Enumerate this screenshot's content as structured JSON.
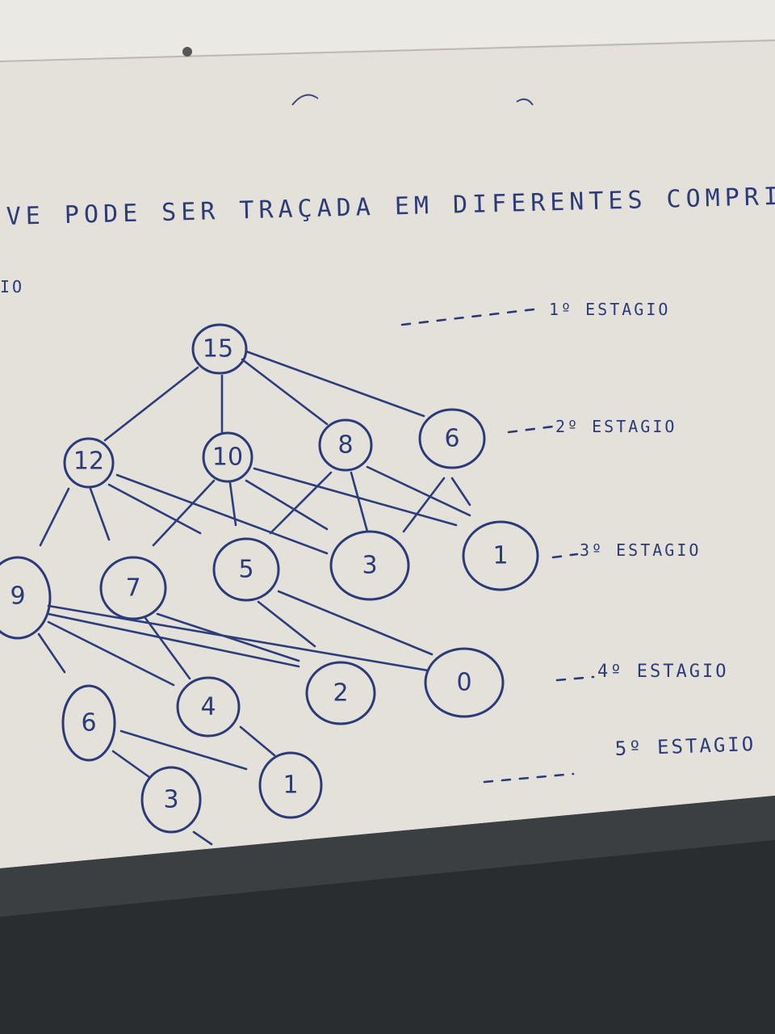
{
  "board": {
    "heading_line1": "VE PODE SER TRAÇADA EM DIFERENTES COMPRIM",
    "heading_line2": "IO"
  },
  "stages": [
    {
      "id": "s1",
      "label": "1º ESTAGIO"
    },
    {
      "id": "s2",
      "label": "2º ESTAGIO"
    },
    {
      "id": "s3",
      "label": "3º ESTAGIO"
    },
    {
      "id": "s4",
      "label": "4º ESTAGIO"
    },
    {
      "id": "s5",
      "label": "5º ESTAGIO"
    }
  ],
  "nodes": [
    {
      "id": "n15",
      "label": "15"
    },
    {
      "id": "n12",
      "label": "12"
    },
    {
      "id": "n10",
      "label": "10"
    },
    {
      "id": "n8",
      "label": "8"
    },
    {
      "id": "n6a",
      "label": "6"
    },
    {
      "id": "n9",
      "label": "9"
    },
    {
      "id": "n7",
      "label": "7"
    },
    {
      "id": "n5",
      "label": "5"
    },
    {
      "id": "n3a",
      "label": "3"
    },
    {
      "id": "n1a",
      "label": "1"
    },
    {
      "id": "n4",
      "label": "4"
    },
    {
      "id": "n2",
      "label": "2"
    },
    {
      "id": "n0",
      "label": "0"
    },
    {
      "id": "n6b",
      "label": "6"
    },
    {
      "id": "n1b",
      "label": "1"
    },
    {
      "id": "n3b",
      "label": "3"
    }
  ],
  "colors": {
    "board": "#e6e3dc",
    "ink": "#2b3a78",
    "frame": "#2f3234"
  }
}
